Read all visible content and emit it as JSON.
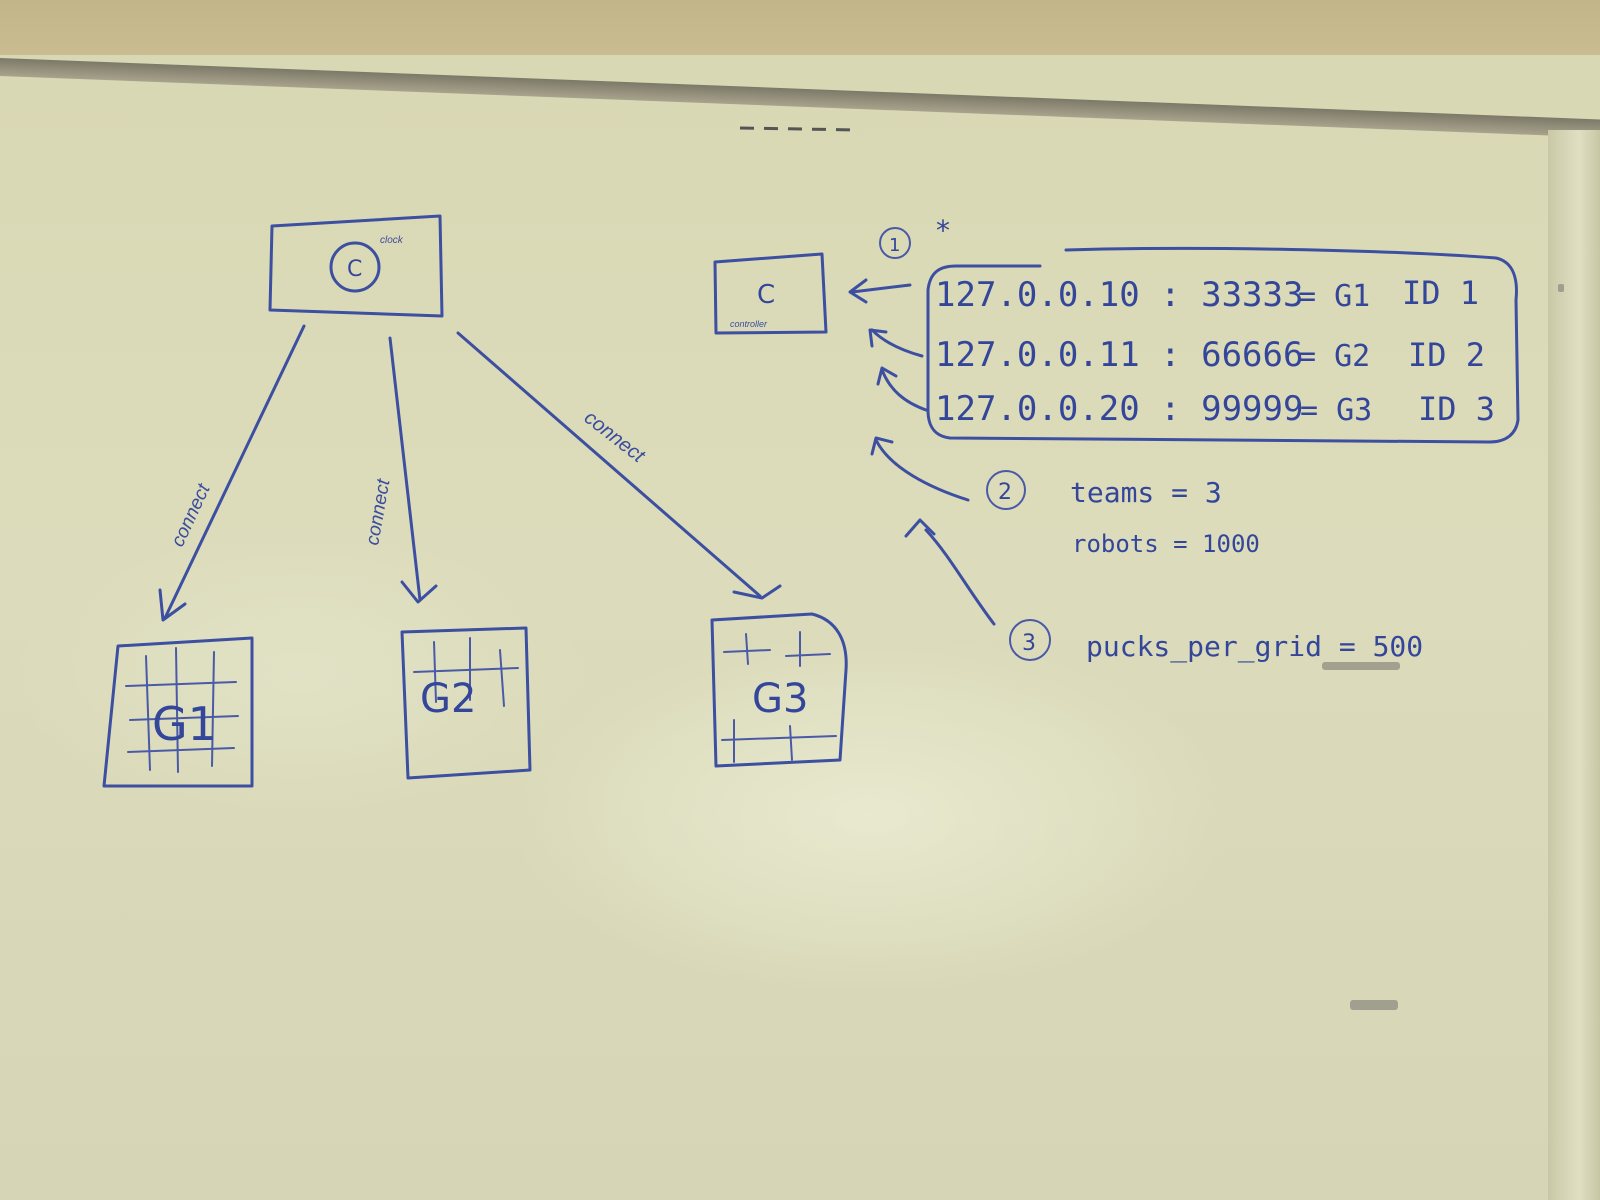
{
  "clock_box": {
    "label": "clock",
    "symbol": "C"
  },
  "controller_box": {
    "symbol": "C",
    "label": "controller"
  },
  "connect_labels": [
    "connect",
    "connect",
    "connect"
  ],
  "grids": [
    {
      "label": "G1"
    },
    {
      "label": "G2"
    },
    {
      "label": "G3"
    }
  ],
  "step_markers": [
    "1",
    "2",
    "3"
  ],
  "star_note": "*",
  "address_table": [
    {
      "address": "127.0.0.10 : 33333",
      "grid": "= G1",
      "id": "ID 1"
    },
    {
      "address": "127.0.0.11 : 66666",
      "grid": "= G2",
      "id": "ID 2"
    },
    {
      "address": "127.0.0.20 : 99999",
      "grid": "= G3",
      "id": "ID 3"
    }
  ],
  "params": {
    "teams": "teams = 3",
    "robots": "robots = 1000",
    "pucks": "pucks_per_grid = 500"
  },
  "colors": {
    "ink": "#3c4fa0",
    "board": "#dcdcbc"
  }
}
